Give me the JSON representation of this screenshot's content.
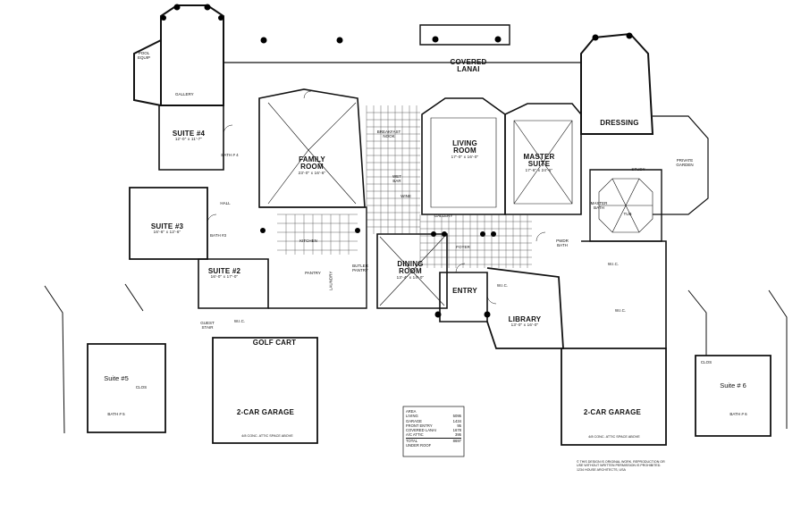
{
  "rooms": {
    "covered_lanai": "COVERED\nLANAI",
    "family_room": "FAMILY\nROOM",
    "family_room_dim": "23'-0\" x 16'-6\"",
    "living_room": "LIVING\nROOM",
    "living_room_dim": "17'-0\" x 16'-0\"",
    "master_suite": "MASTER\nSUITE",
    "master_suite_dim": "17'-6\" x 24'-6\"",
    "dressing": "DRESSING",
    "suite4": "SUITE #4",
    "suite4_dim": "12'-0\" x 11'-7\"",
    "suite3": "SUITE #3",
    "suite3_dim": "16'-6\" x 12'-6\"",
    "suite2": "SUITE #2",
    "suite2_dim": "16'-0\" x 17'-0\"",
    "dining_room": "DINING\nROOM",
    "dining_room_dim": "13'-4\" x 14'-0\"",
    "entry": "ENTRY",
    "library": "LIBRARY",
    "library_dim": "13'-0\" x 16'-0\"",
    "golf_cart": "GOLF CART",
    "garage_left": "2-CAR GARAGE",
    "garage_right": "2-CAR GARAGE",
    "suite5": "Suite #5",
    "suite6": "Suite # 6",
    "gallery": "GALLERY",
    "pool_equip": "POOL\nEQUIP",
    "breakfast_nook": "BREAKFAST\nNOOK",
    "kitchen": "KITCHEN",
    "gallery_hall": "GALLERY",
    "foyer": "FOYER",
    "pantry": "PANTRY",
    "butler_pantry": "BUTLER\nPANTRY",
    "laundry": "LAUNDRY",
    "master_bath": "MASTER\nBATH",
    "wic": "W.I.C.",
    "bath4": "BATH # 4",
    "bath3": "BATH #3",
    "bath5": "BATH # 5",
    "bath6": "BATH # 6",
    "powder_bath": "PWDR\nBATH",
    "wet_bar": "WET\nBAR",
    "clos": "CLOS",
    "hall": "HALL",
    "private_garden": "PRIVATE\nGARDEN",
    "study": "STUDY",
    "garage_note_left": "4/8 CONC. ATTIC SPACE ABOVE",
    "garage_note_right": "4/8 CONC. ATTIC SPACE ABOVE",
    "guest_stair": "GUEST\nSTAIR",
    "tub": "TUB",
    "wine": "WINE"
  },
  "area_table": {
    "title": "AREA",
    "rows": [
      {
        "label": "LIVING",
        "value": "5095"
      },
      {
        "label": "GARAGE",
        "value": "1434"
      },
      {
        "label": "FRONT ENTRY",
        "value": "95"
      },
      {
        "label": "COVERED LANAI",
        "value": "1678"
      },
      {
        "label": "A/C ATTIC",
        "value": "395"
      }
    ],
    "total_label": "TOTAL",
    "total_value": "8697",
    "under_roof": "UNDER ROOF"
  },
  "copyright": "© THIS DESIGN IS ORIGINAL WORK. REPRODUCTION OR USE WITHOUT WRITTEN PERMISSION IS PROHIBITED. 1234 HOUSE ARCHITECTS, USA"
}
